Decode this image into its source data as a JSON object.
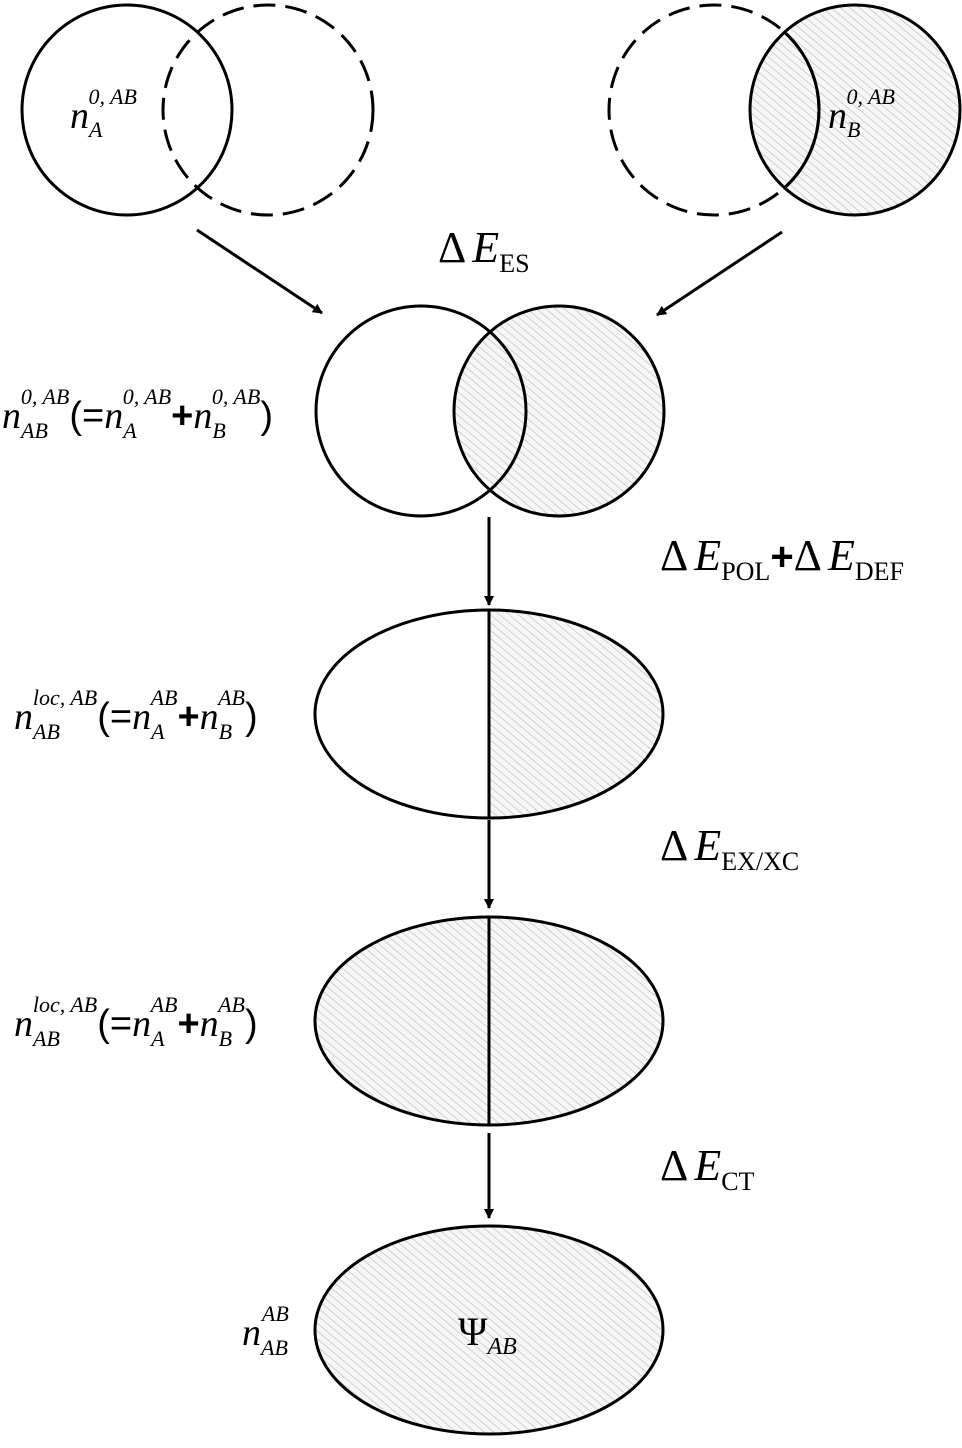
{
  "figure": {
    "colors": {
      "stroke": "#000000",
      "hatch_stroke": "#b8b8b8",
      "hatch_fill": "#f7f7f7",
      "background": "#ffffff"
    },
    "stage0": {
      "left_density": {
        "base": "n",
        "sub": "A",
        "sup": "0, AB"
      },
      "right_density": {
        "base": "n",
        "sub": "B",
        "sup": "0, AB"
      }
    },
    "energy_es": {
      "delta": "Δ",
      "E": "E",
      "sub": "ES"
    },
    "stage1": {
      "n": "n",
      "sub": "AB",
      "sup": "0, AB",
      "open": "(",
      "eq": "=",
      "plus": "+",
      "close": ")",
      "a_sub": "A",
      "a_sup": "0, AB",
      "b_sub": "B",
      "b_sup": "0, AB"
    },
    "energy_pol_def": {
      "delta1": "Δ",
      "E1": "E",
      "sub1": "POL",
      "plus": "+",
      "delta2": "Δ",
      "E2": "E",
      "sub2": "DEF"
    },
    "stage2": {
      "n": "n",
      "sub": "AB",
      "sup": "loc, AB",
      "open": "(",
      "eq": "=",
      "plus": "+",
      "close": ")",
      "a_sub": "A",
      "a_sup": "AB",
      "b_sub": "B",
      "b_sup": "AB"
    },
    "energy_ex": {
      "delta": "Δ",
      "E": "E",
      "sub": "EX/XC"
    },
    "stage3": {
      "n": "n",
      "sub": "AB",
      "sup": "loc, AB",
      "open": "(",
      "eq": "=",
      "plus": "+",
      "close": ")",
      "a_sub": "A",
      "a_sup": "AB",
      "b_sub": "B",
      "b_sup": "AB"
    },
    "energy_ct": {
      "delta": "Δ",
      "E": "E",
      "sub": "CT"
    },
    "stage4": {
      "n": "n",
      "sub": "AB",
      "sup": "AB",
      "psi": "Ψ",
      "psi_sub": "AB"
    }
  }
}
